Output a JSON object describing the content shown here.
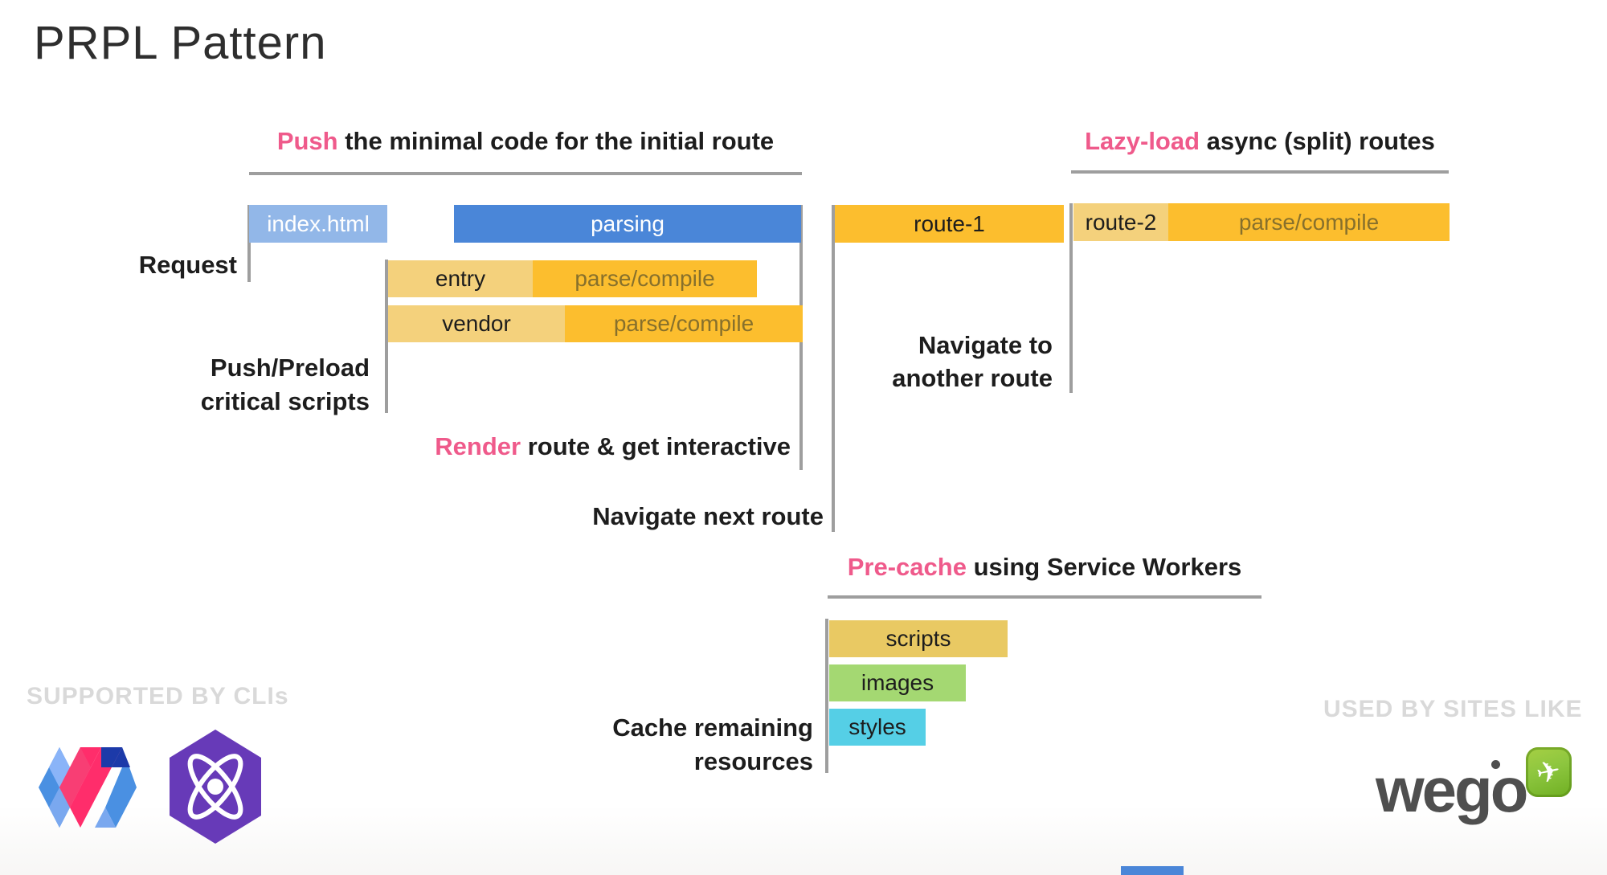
{
  "title": "PRPL Pattern",
  "sections": {
    "push": {
      "accent": "Push",
      "rest": " the minimal code for the initial route"
    },
    "lazy_load": {
      "accent": "Lazy-load",
      "rest": " async (split) routes"
    },
    "render": {
      "accent": "Render",
      "rest": " route & get interactive"
    },
    "pre_cache": {
      "accent": "Pre-cache",
      "rest": " using Service Workers"
    }
  },
  "labels": {
    "request": "Request",
    "push_preload_line1": "Push/Preload",
    "push_preload_line2": "critical scripts",
    "navigate_next": "Navigate next route",
    "navigate_another_line1": "Navigate to",
    "navigate_another_line2": "another route",
    "cache_line1": "Cache remaining",
    "cache_line2": "resources"
  },
  "bars": {
    "index_html": {
      "label": "index.html",
      "color": "#92b7e8"
    },
    "parsing": {
      "label": "parsing",
      "color": "#4a86d8"
    },
    "entry": {
      "label": "entry",
      "color": "#f4d17c"
    },
    "entry_parse": {
      "label": "parse/compile",
      "color": "#fcbe2e"
    },
    "vendor": {
      "label": "vendor",
      "color": "#f4d17c"
    },
    "vendor_parse": {
      "label": "parse/compile",
      "color": "#fcbe2e"
    },
    "route_1": {
      "label": "route-1",
      "color": "#fcbe2e"
    },
    "route_2": {
      "label": "route-2",
      "color": "#f4d17c"
    },
    "route_2_parse": {
      "label": "parse/compile",
      "color": "#fcbe2e"
    },
    "scripts": {
      "label": "scripts",
      "color": "#e9c963"
    },
    "images": {
      "label": "images",
      "color": "#a4d872"
    },
    "styles": {
      "label": "styles",
      "color": "#55cfe6"
    }
  },
  "footer": {
    "supported": "SUPPORTED BY CLIs",
    "used": "USED BY SITES LIKE",
    "wego": "wego"
  },
  "colors": {
    "accent_pink": "#ef5a8b",
    "blue": "#4a86d8",
    "light_blue": "#92b7e8",
    "amber": "#fcbe2e",
    "light_amber": "#f4d17c",
    "scripts_yellow": "#e9c963",
    "images_green": "#a4d872",
    "styles_cyan": "#55cfe6",
    "marker_gray": "#9e9e9e",
    "watermark_gray": "#d9d9d9"
  }
}
